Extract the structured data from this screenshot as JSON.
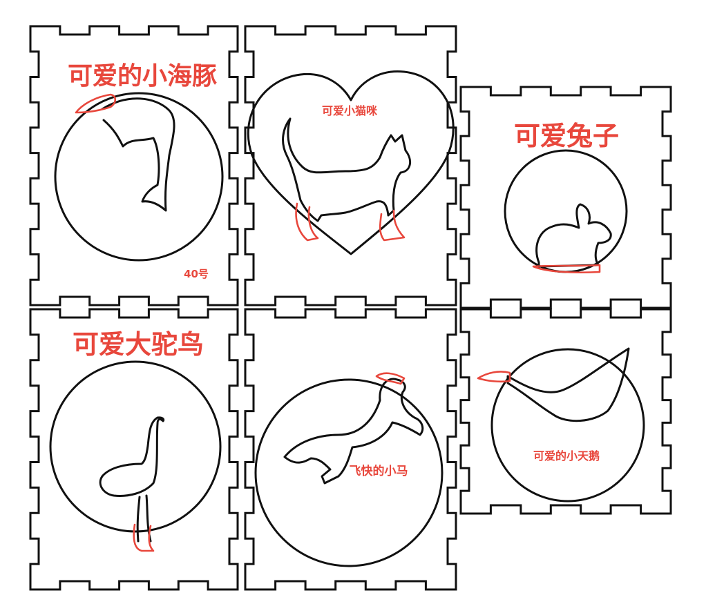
{
  "colors": {
    "outline": "#111111",
    "accent": "#e8473c"
  },
  "panels": [
    {
      "id": "dolphin",
      "title": "可爱的小海豚",
      "subtitle": "40号",
      "motif_icon": "dolphin-icon",
      "frame_icon": "circle-frame-icon"
    },
    {
      "id": "cat",
      "title": "可爱小猫咪",
      "motif_icon": "cat-icon",
      "frame_icon": "heart-frame-icon"
    },
    {
      "id": "rabbit",
      "title": "可爱兔子",
      "motif_icon": "rabbit-icon",
      "frame_icon": "circle-frame-icon"
    },
    {
      "id": "ostrich",
      "title": "可爱大驼鸟",
      "motif_icon": "ostrich-icon",
      "frame_icon": "circle-frame-icon"
    },
    {
      "id": "horse",
      "title": "飞快的小马",
      "motif_icon": "horse-icon",
      "frame_icon": "circle-frame-icon"
    },
    {
      "id": "swan",
      "title": "可爱的小天鹅",
      "motif_icon": "swan-icon",
      "frame_icon": "circle-frame-icon"
    }
  ]
}
